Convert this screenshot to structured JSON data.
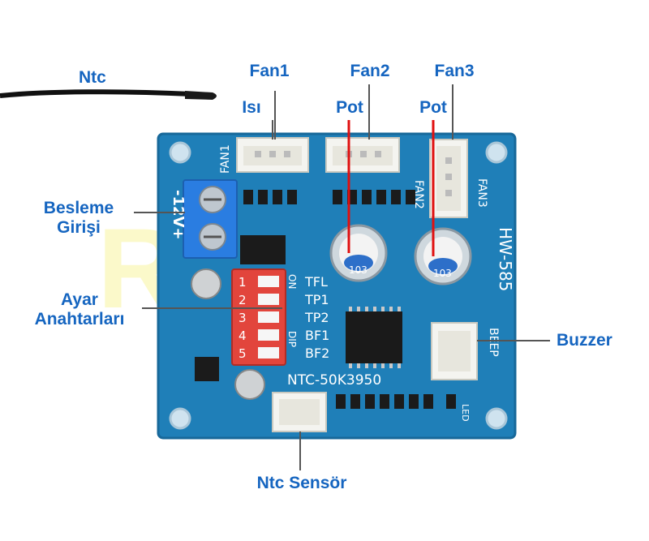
{
  "labels": {
    "ntc": "Ntc",
    "fan1": "Fan1",
    "fan2": "Fan2",
    "fan3": "Fan3",
    "isi": "Isı",
    "pot1": "Pot",
    "pot2": "Pot",
    "besleme_line1": "Besleme",
    "besleme_line2": "Girişi",
    "ayar_line1": "Ayar",
    "ayar_line2": "Anahtarları",
    "buzzer": "Buzzer",
    "ntc_sensor": "Ntc Sensör"
  },
  "board": {
    "model": "HW-585",
    "sensor_type": "NTC-50K3950",
    "power": "-12V+",
    "fan1": "FAN1",
    "fan2": "FAN2",
    "fan3": "FAN3",
    "beep": "BEEP",
    "dip_on": "ON",
    "dip_dip": "DIP",
    "dip_numbers": [
      "1",
      "2",
      "3",
      "4",
      "5"
    ],
    "dip_functions": [
      "TFL",
      "TP1",
      "TP2",
      "BF1",
      "BF2"
    ],
    "pot_code": "103",
    "led": "LED"
  },
  "colors": {
    "board": "#1f7fb8",
    "label": "#1565c0",
    "pointer_red": "#e01010",
    "terminal_blue": "#2a7de1",
    "dip_red": "#e2453c"
  }
}
